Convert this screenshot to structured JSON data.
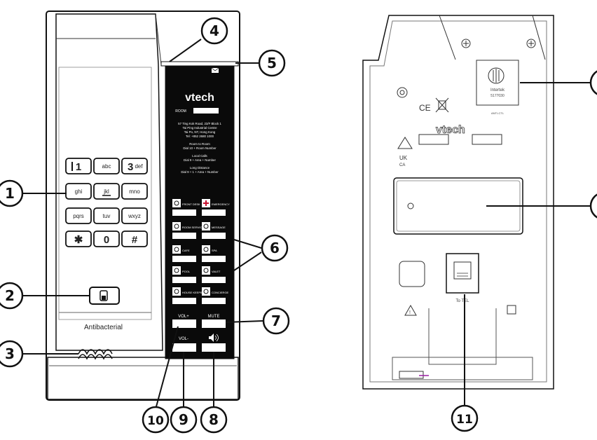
{
  "front": {
    "logo": "vtech",
    "room_label": "ROOM",
    "address": [
      "57 Ting Kok Road, 23/F Block 1",
      "Tai Ping Industrial Centre",
      "Tai Po, NT, Hong Kong",
      "Tel: +852 2680 1000"
    ],
    "room_to_room": [
      "Room to Room",
      "Dial 10 + Room Number"
    ],
    "local_calls": [
      "Local Calls",
      "Dial 9 + Area + Number"
    ],
    "long_distance": [
      "Long Distance",
      "Dial 9 + 1 + Area + Number"
    ],
    "service_keys": [
      {
        "label": "FRONT DESK",
        "icon": "front-desk-icon"
      },
      {
        "label": "EMERGENCY",
        "icon": "emergency-icon"
      },
      {
        "label": "ROOM SERVICE",
        "icon": "room-service-icon"
      },
      {
        "label": "MESSAGE",
        "icon": "message-icon"
      },
      {
        "label": "CAFE",
        "icon": "cafe-icon"
      },
      {
        "label": "SPA",
        "icon": "spa-icon"
      },
      {
        "label": "POOL",
        "icon": "pool-icon"
      },
      {
        "label": "VALET",
        "icon": "valet-icon"
      },
      {
        "label": "HOUSE KEEPING",
        "icon": "housekeeping-icon"
      },
      {
        "label": "CONCIERGE",
        "icon": "concierge-icon"
      }
    ],
    "vol_up": "VOL+",
    "mute": "MUTE",
    "vol_down": "VOL-",
    "speaker_icon": "speaker-icon",
    "keypad": [
      {
        "main": "1",
        "sub": ""
      },
      {
        "main": "",
        "sub": "abc"
      },
      {
        "main": "3",
        "sub": "def"
      },
      {
        "main": "",
        "sub": "ghi"
      },
      {
        "main": "",
        "sub": "jkl"
      },
      {
        "main": "",
        "sub": "mno"
      },
      {
        "main": "",
        "sub": "pqrs"
      },
      {
        "main": "",
        "sub": "tuv"
      },
      {
        "main": "",
        "sub": "wxyz"
      },
      {
        "main": "✱",
        "sub": ""
      },
      {
        "main": "0",
        "sub": ""
      },
      {
        "main": "#",
        "sub": ""
      }
    ],
    "antibacterial": "Antibacterial"
  },
  "back": {
    "logo": "vtech",
    "label_brand": "Intertek",
    "label_number": "5177030",
    "label_small": "ANTI-CTL",
    "jack_label": "To TEL",
    "ce_mark": "CE",
    "uk_mark": [
      "UK",
      "CA"
    ]
  },
  "callouts": [
    "1",
    "2",
    "3",
    "4",
    "5",
    "6",
    "7",
    "8",
    "9",
    "10",
    "11"
  ]
}
